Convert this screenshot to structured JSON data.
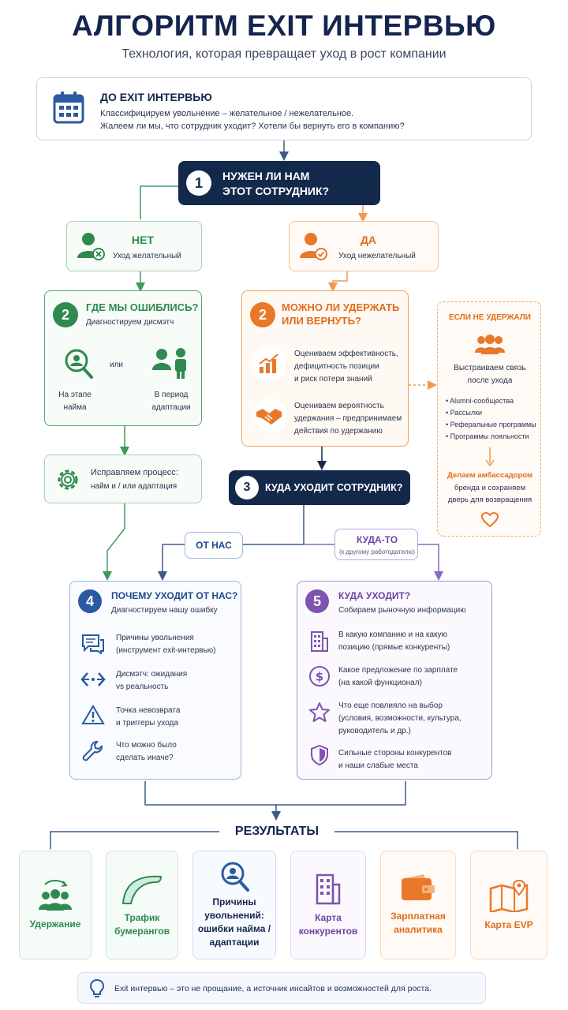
{
  "header": {
    "title": "АЛГОРИТМ EXIT ИНТЕРВЬЮ",
    "subtitle": "Технология, которая превращает уход в рост компании"
  },
  "before": {
    "title": "ДО EXIT ИНТЕРВЬЮ",
    "line1": "Классифицируем увольнение – желательное / нежелательное.",
    "line2": "Жалеем ли мы, что сотрудник уходит? Хотели бы вернуть его в компанию?"
  },
  "q1": {
    "num": "1",
    "line1": "НУЖЕН ЛИ НАМ",
    "line2": "ЭТОТ СОТРУДНИК?"
  },
  "no": {
    "label": "НЕТ",
    "sub": "Уход желательный"
  },
  "yes": {
    "label": "ДА",
    "sub": "Уход нежелательный"
  },
  "mistake": {
    "num": "2",
    "title": "ГДЕ МЫ ОШИБЛИСЬ?",
    "sub": "Диагностируем дисмэтч",
    "or": "или",
    "left_l1": "На этапе",
    "left_l2": "найма",
    "right_l1": "В период",
    "right_l2": "адаптации"
  },
  "fix": {
    "line1": "Исправляем процесс:",
    "line2": "найм и / или адаптация"
  },
  "retain": {
    "num": "2",
    "title_l1": "МОЖНО ЛИ УДЕРЖАТЬ",
    "title_l2": "ИЛИ ВЕРНУТЬ?",
    "item1_l1": "Оцениваем эффективность,",
    "item1_l2": "дефицитность позиции",
    "item1_l3": "и риск потери знаний",
    "item2_l1": "Оцениваем вероятность",
    "item2_l2": "удержания – предпринимаем",
    "item2_l3": "действия по удержанию"
  },
  "notkept": {
    "title": "ЕСЛИ НЕ УДЕРЖАЛИ",
    "sub_l1": "Выстраиваем связь",
    "sub_l2": "после ухода",
    "bullets": [
      "Alumni-сообщества",
      "Рассылки",
      "Реферальные программы",
      "Программы лояльности"
    ],
    "amb_l1": "Делаем амбассадором",
    "amb_l2": "бренда и сохраняем",
    "amb_l3": "дверь для возвращения"
  },
  "q3": {
    "num": "3",
    "label": "КУДА УХОДИТ СОТРУДНИК?"
  },
  "from_us": "ОТ НАС",
  "somewhere": {
    "label": "КУДА-ТО",
    "sub": "(к другому работодателю)"
  },
  "why": {
    "num": "4",
    "title": "ПОЧЕМУ УХОДИТ ОТ НАС?",
    "sub": "Диагностируем нашу ошибку",
    "items": [
      [
        "Причины увольнения",
        "(инструмент exit-интервью)"
      ],
      [
        "Дисмэтч: ожидания",
        "vs реальность"
      ],
      [
        "Точка невозврата",
        "и триггеры ухода"
      ],
      [
        "Что можно было",
        "сделать иначе?"
      ]
    ]
  },
  "where": {
    "num": "5",
    "title": "КУДА УХОДИТ?",
    "sub": "Собираем рыночную информацию",
    "items": [
      [
        "В какую компанию и на какую",
        "позицию (прямые конкуренты)",
        ""
      ],
      [
        "Какое предложение по зарплате",
        "(на какой функционал)",
        ""
      ],
      [
        "Что еще повлияло на выбор",
        "(условия, возможности, культура,",
        "руководитель и др.)"
      ],
      [
        "Сильные стороны конкурентов",
        "и наши слабые места",
        ""
      ]
    ]
  },
  "results": {
    "title": "РЕЗУЛЬТАТЫ",
    "cards": [
      [
        "Удержание",
        "",
        "",
        ""
      ],
      [
        "Трафик",
        "бумерангов",
        "",
        ""
      ],
      [
        "Причины",
        "увольнений:",
        "ошибки найма /",
        "адаптации"
      ],
      [
        "Карта",
        "конкурентов",
        "",
        ""
      ],
      [
        "Зарплатная",
        "аналитика",
        "",
        ""
      ],
      [
        "Карта EVP",
        "",
        "",
        ""
      ]
    ]
  },
  "footer": "Exit интервью – это не прощание, а источник инсайтов и возможностей для роста.",
  "colors": {
    "navy": "#13294b",
    "green": "#2f8a4f",
    "orange": "#e8782a",
    "blue": "#2b5aa0",
    "purple": "#7d54b0"
  }
}
